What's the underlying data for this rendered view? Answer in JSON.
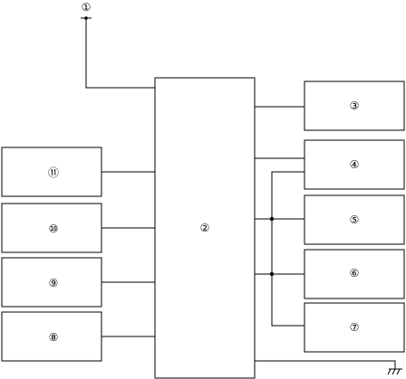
{
  "diagram": {
    "terminal_label": "①",
    "blocks": {
      "main": "②",
      "b3": "③",
      "b4": "④",
      "b5": "⑤",
      "b6": "⑥",
      "b7": "⑦",
      "b8": "⑧",
      "b9": "⑨",
      "b10": "⑩",
      "b11": "⑪"
    }
  }
}
